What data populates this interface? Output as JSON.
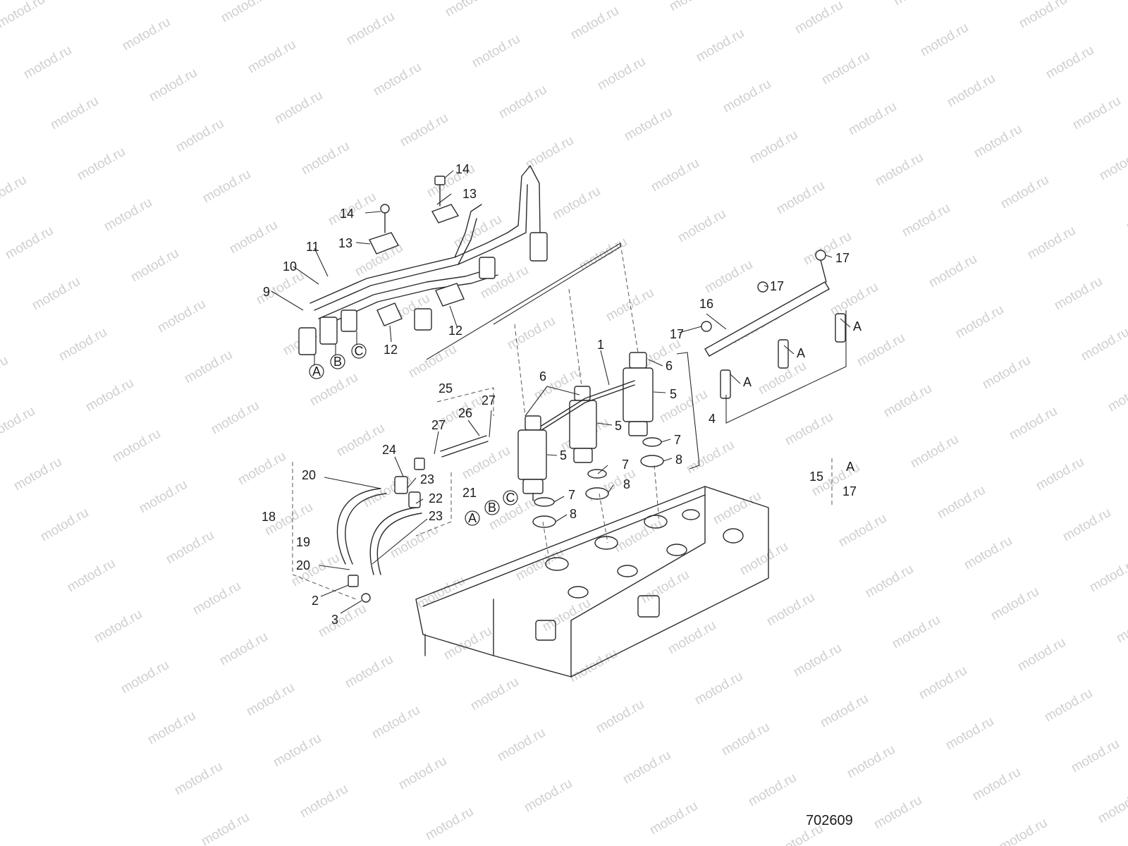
{
  "watermark": {
    "text": "motod.ru"
  },
  "drawing_number": "702609",
  "callouts": [
    {
      "id": "c1",
      "label": "1"
    },
    {
      "id": "c2",
      "label": "2"
    },
    {
      "id": "c3",
      "label": "3"
    },
    {
      "id": "c4",
      "label": "4"
    },
    {
      "id": "c5a",
      "label": "5"
    },
    {
      "id": "c5b",
      "label": "5"
    },
    {
      "id": "c5c",
      "label": "5"
    },
    {
      "id": "c6a",
      "label": "6"
    },
    {
      "id": "c6b",
      "label": "6"
    },
    {
      "id": "c7a",
      "label": "7"
    },
    {
      "id": "c7b",
      "label": "7"
    },
    {
      "id": "c7c",
      "label": "7"
    },
    {
      "id": "c8a",
      "label": "8"
    },
    {
      "id": "c8b",
      "label": "8"
    },
    {
      "id": "c8c",
      "label": "8"
    },
    {
      "id": "c9",
      "label": "9"
    },
    {
      "id": "c10",
      "label": "10"
    },
    {
      "id": "c11",
      "label": "11"
    },
    {
      "id": "c12a",
      "label": "12"
    },
    {
      "id": "c12b",
      "label": "12"
    },
    {
      "id": "c13a",
      "label": "13"
    },
    {
      "id": "c13b",
      "label": "13"
    },
    {
      "id": "c14a",
      "label": "14"
    },
    {
      "id": "c14b",
      "label": "14"
    },
    {
      "id": "c15",
      "label": "15"
    },
    {
      "id": "c16",
      "label": "16"
    },
    {
      "id": "c17a",
      "label": "17"
    },
    {
      "id": "c17b",
      "label": "17"
    },
    {
      "id": "c17c",
      "label": "17"
    },
    {
      "id": "c17d",
      "label": "17"
    },
    {
      "id": "c18",
      "label": "18"
    },
    {
      "id": "c19",
      "label": "19"
    },
    {
      "id": "c20a",
      "label": "20"
    },
    {
      "id": "c20b",
      "label": "20"
    },
    {
      "id": "c21",
      "label": "21"
    },
    {
      "id": "c22",
      "label": "22"
    },
    {
      "id": "c23a",
      "label": "23"
    },
    {
      "id": "c23b",
      "label": "23"
    },
    {
      "id": "c24",
      "label": "24"
    },
    {
      "id": "c25",
      "label": "25"
    },
    {
      "id": "c26",
      "label": "26"
    },
    {
      "id": "c27a",
      "label": "27"
    },
    {
      "id": "c27b",
      "label": "27"
    }
  ],
  "detail_letters": [
    {
      "id": "la1",
      "label": "A"
    },
    {
      "id": "lb1",
      "label": "B"
    },
    {
      "id": "lc1",
      "label": "C"
    },
    {
      "id": "la2",
      "label": "A"
    },
    {
      "id": "lb2",
      "label": "B"
    },
    {
      "id": "lc2",
      "label": "C"
    }
  ],
  "section_marks": [
    {
      "id": "s1",
      "label": "A"
    },
    {
      "id": "s2",
      "label": "A"
    },
    {
      "id": "s3",
      "label": "A"
    },
    {
      "id": "s4",
      "label": "A"
    }
  ]
}
